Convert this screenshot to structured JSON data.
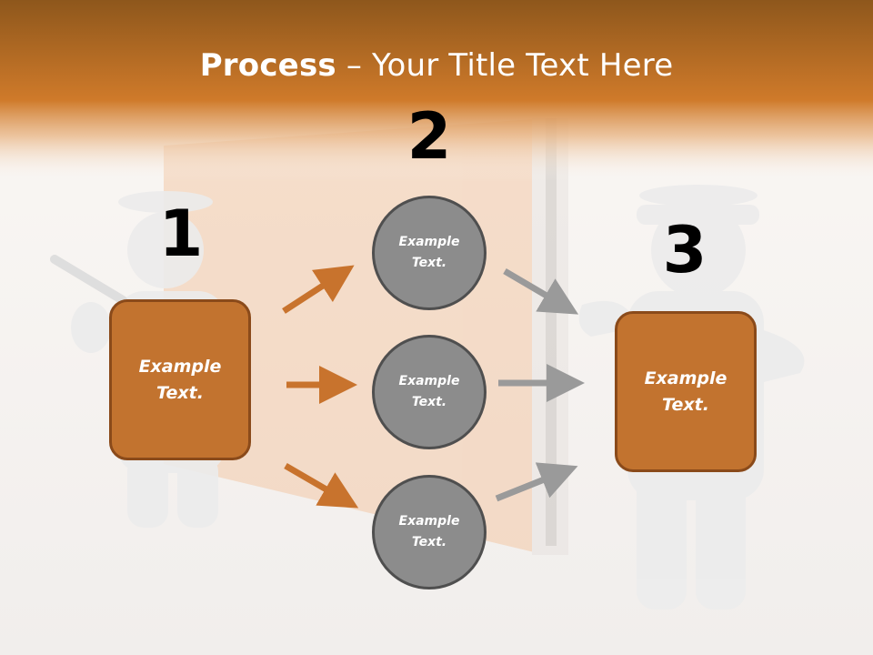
{
  "slide": {
    "title_bold": "Process",
    "title_rest": " – Your Title Text Here"
  },
  "steps": {
    "one": {
      "number": "1",
      "text": "Example\nText."
    },
    "two": {
      "number": "2"
    },
    "three": {
      "number": "3",
      "text": "Example\nText."
    }
  },
  "circles": [
    {
      "text": "Example\nText."
    },
    {
      "text": "Example\nText."
    },
    {
      "text": "Example\nText."
    }
  ],
  "colors": {
    "banner_top": "#8f5a1e",
    "banner_bottom": "#d07a2a",
    "box_fill": "#c2732f",
    "circle_fill": "#8c8c8c",
    "orange_arrow": "#c8732d",
    "gray_arrow": "#9a9a9a"
  }
}
